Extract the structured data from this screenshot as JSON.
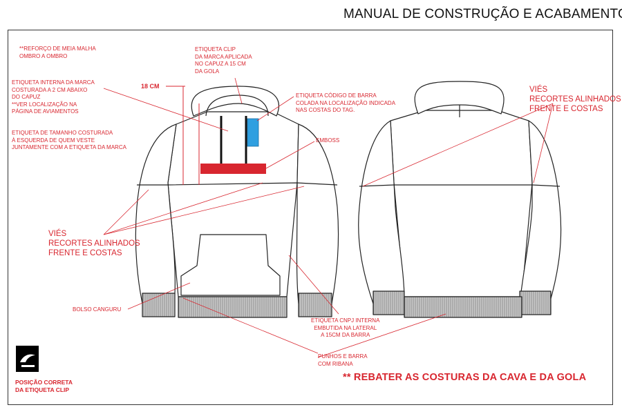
{
  "title": "MANUAL DE CONSTRUÇÃO E ACABAMENTOS",
  "colors": {
    "annotation": "#d8262f",
    "emboss": "#d8262f",
    "clip_tag": "#2f9fe0",
    "outline": "#222222",
    "rib": "#777777"
  },
  "annotations": {
    "reforco": [
      "**REFORÇO DE MEIA MALHA",
      "OMBRO A OMBRO"
    ],
    "etiqueta_interna": [
      "ETIQUETA INTERNA DA MARCA",
      "COSTURADA A 2 CM ABAIXO",
      "DO CAPUZ",
      "**VER LOCALIZAÇÃO NA",
      "PÁGINA DE AVIAMENTOS"
    ],
    "etiqueta_tamanho": [
      "ETIQUETA DE TAMANHO COSTURADA",
      "À ESQUERDA DE QUEM VESTE",
      "JUNTAMENTE COM A ETIQUETA DA MARCA"
    ],
    "medida": "18 CM",
    "etiqueta_clip": [
      "ETIQUETA CLIP",
      "DA MARCA APLICADA",
      "NO CAPUZ A 15 CM",
      "DA GOLA"
    ],
    "etiqueta_barra": [
      "ETIQUETA CÓDIGO DE BARRA",
      "COLADA NA  LOCALIZAÇÃO INDICADA",
      "NAS COSTAS DO TAG."
    ],
    "emboss": "EMBOSS",
    "vies_left": [
      "VIÉS",
      "RECORTES ALINHADOS",
      "FRENTE E COSTAS"
    ],
    "vies_right": [
      "VIÉS",
      "RECORTES ALINHADOS",
      "FRENTE E COSTAS"
    ],
    "bolso": "BOLSO CANGURU",
    "cnpj": [
      "ETIQUETA CNPJ INTERNA",
      "EMBUTIDA NA LATERAL",
      "A 15CM DA BARRA"
    ],
    "punhos": [
      "PUNHOS E BARRA",
      "COM RIBANA"
    ],
    "posicao": [
      "POSIÇÃO CORRETA",
      "DA ETIQUETA CLIP"
    ]
  },
  "bottom_note": "** REBATER AS COSTURAS DA CAVA E DA GOLA",
  "logo_icon": "brand-logo-icon"
}
